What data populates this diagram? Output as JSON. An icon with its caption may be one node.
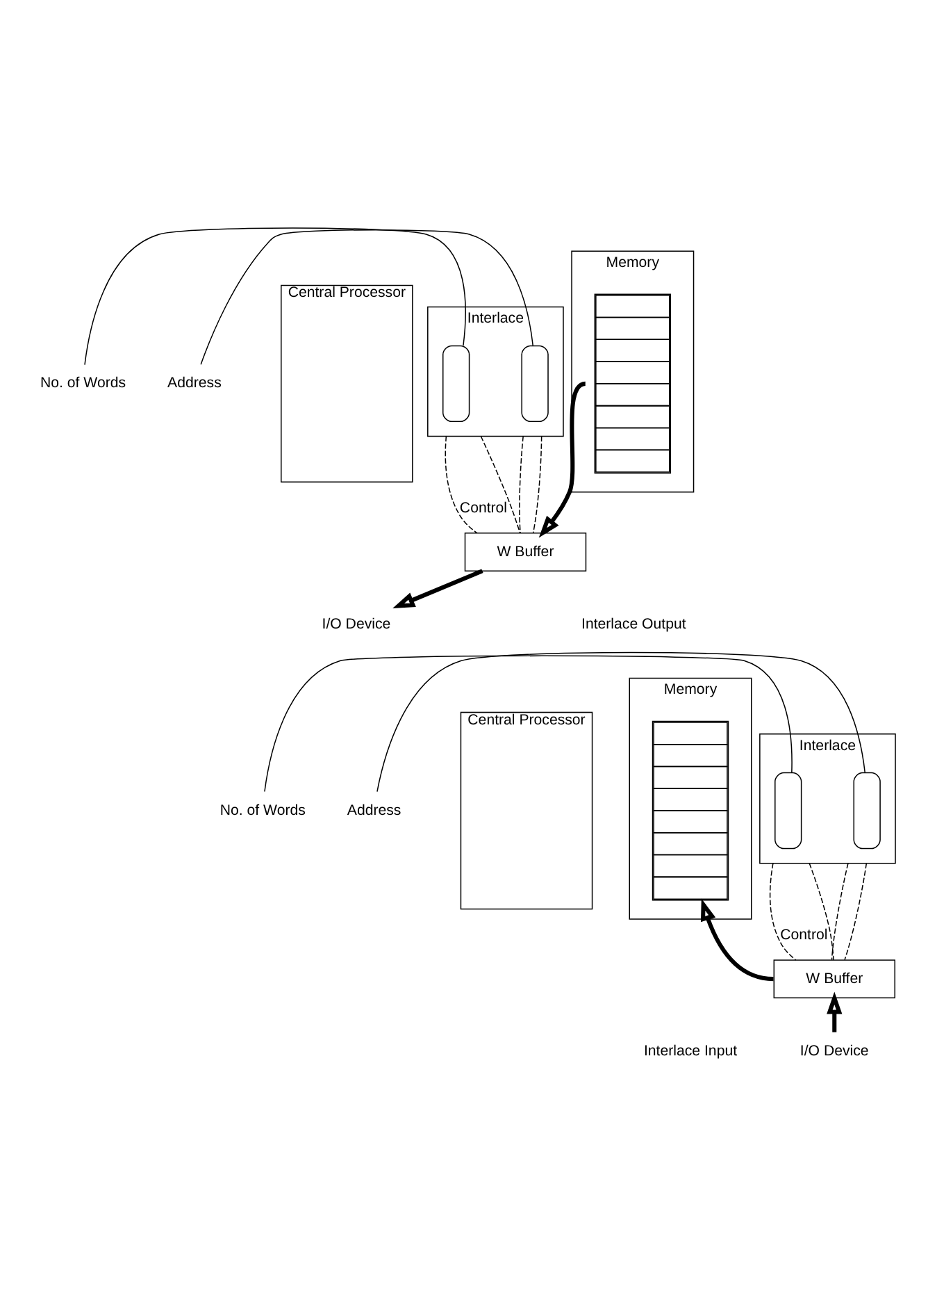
{
  "diagram": {
    "nodes": [
      {
        "text": [
          "Interlace"
        ]
      },
      {
        "text": [],
        "shape": "box",
        "in": 0
      },
      {
        "text": [],
        "shape": "box",
        "in": 0
      },
      {
        "text": [
          "Address"
        ]
      },
      {
        "text": [
          "No. of Words"
        ]
      },
      {
        "text": [
          "W Buffer"
        ]
      },
      {
        "text": [
          "I/O Device"
        ]
      },
      {
        "text": [
          "Central Processor"
        ]
      },
      {
        "text": [
          "Memory"
        ]
      },
      {
        "text": [],
        "shape": "box",
        "in": 8
      },
      {
        "text": [
          "Interlace"
        ]
      },
      {
        "text": [],
        "shape": "box",
        "in": 10
      },
      {
        "text": [],
        "shape": "box",
        "in": 10
      },
      {
        "text": [
          "Address"
        ]
      },
      {
        "text": [
          "No. of Words"
        ]
      },
      {
        "text": [
          "W Buffer"
        ]
      },
      {
        "text": [
          "I/O Device"
        ]
      },
      {
        "text": [
          "Central Processor"
        ]
      },
      {
        "text": [
          "Memory"
        ]
      },
      {
        "text": [],
        "shape": "box",
        "in": 18
      }
    ],
    "edges": [
      {
        "from": 3,
        "to": 2,
        "arrow": "none"
      },
      {
        "from": 4,
        "to": 1,
        "arrow": "none"
      },
      {
        "from": 0,
        "to": 5,
        "arrow": "none",
        "style": "dashed",
        "label": "Control"
      },
      {
        "from": 0,
        "to": 5,
        "arrow": "none",
        "style": "dashed"
      },
      {
        "from": 0,
        "to": 5,
        "arrow": "none",
        "style": "dashed"
      },
      {
        "from": 0,
        "to": 5,
        "arrow": "none",
        "style": "dashed"
      },
      {
        "from": 9,
        "to": 5,
        "arrow": "to",
        "style": "thick"
      },
      {
        "from": 5,
        "to": 6,
        "arrow": "to",
        "style": "thick"
      },
      {
        "from": 13,
        "to": 12,
        "arrow": "none"
      },
      {
        "from": 14,
        "to": 11,
        "arrow": "none"
      },
      {
        "from": 10,
        "to": 15,
        "arrow": "none",
        "style": "dashed",
        "label": "Control"
      },
      {
        "from": 10,
        "to": 15,
        "arrow": "none",
        "style": "dashed"
      },
      {
        "from": 10,
        "to": 15,
        "arrow": "none",
        "style": "dashed"
      },
      {
        "from": 10,
        "to": 15,
        "arrow": "none",
        "style": "dashed"
      },
      {
        "from": 15,
        "to": 19,
        "arrow": "to",
        "style": "thick"
      },
      {
        "from": 16,
        "to": 15,
        "arrow": "to",
        "style": "thick"
      }
    ],
    "labels": [
      "Interlace Output",
      "Interlace Input"
    ]
  }
}
